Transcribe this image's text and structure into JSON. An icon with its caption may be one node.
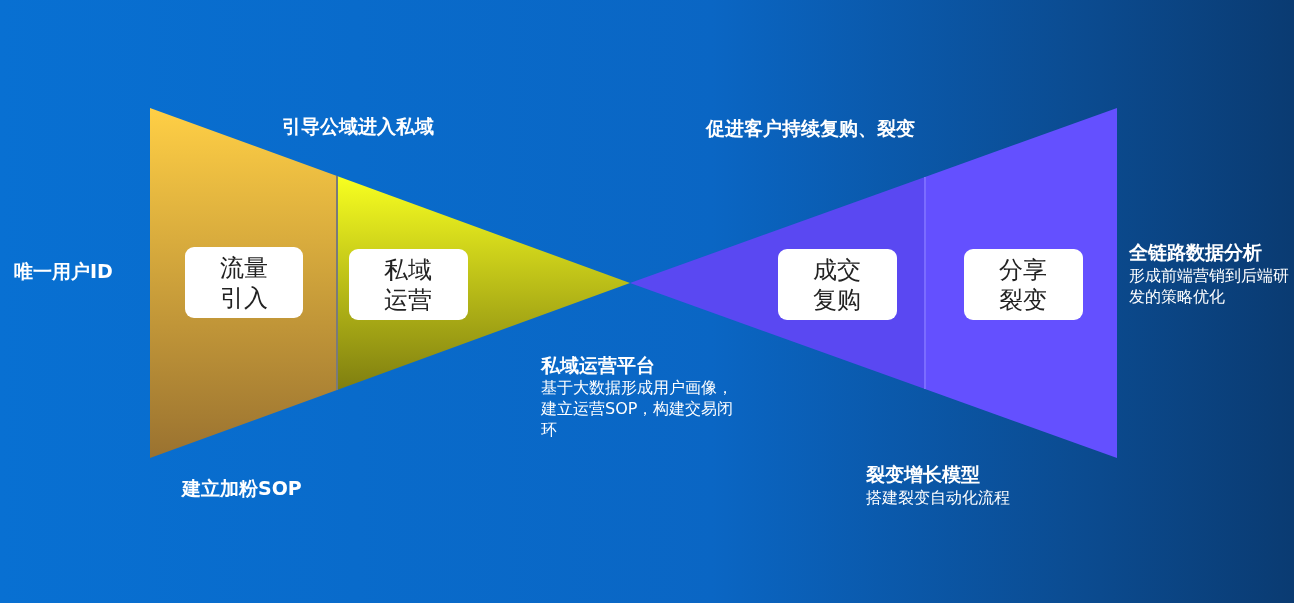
{
  "diagram": {
    "nodes": [
      {
        "text": [
          "流量引入"
        ]
      },
      {
        "text": [
          "私域运营"
        ]
      },
      {
        "text": [
          "成交复购"
        ]
      },
      {
        "text": [
          "分享裂变"
        ]
      }
    ],
    "labels": [
      "引导公域进入私域",
      "促进客户持续复购、裂变",
      "唯一用户ID",
      "全链路数据分析",
      "形成前端营销到后端研发的策略优化",
      "私域运营平台",
      "基于大数据形成用户画像，建立运营SOP，构建交易闭环",
      "建立加粉SOP",
      "裂变增长模型",
      "搭建裂变自动化流程"
    ]
  }
}
